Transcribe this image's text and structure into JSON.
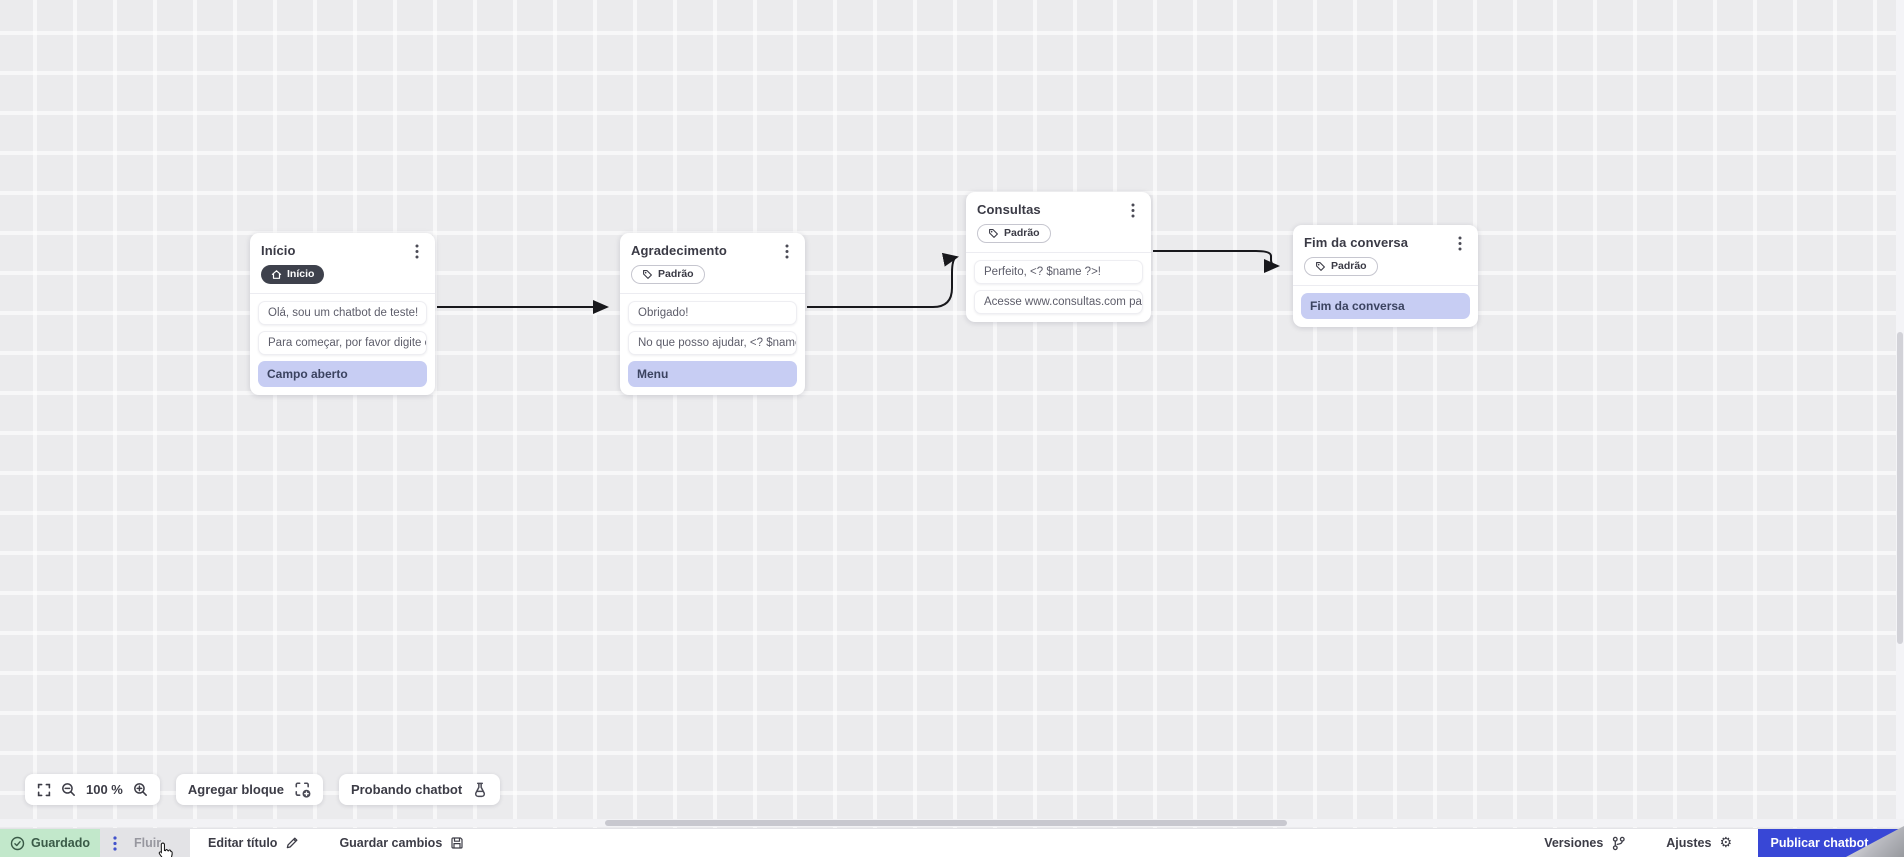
{
  "flow": {
    "nodes": [
      {
        "title": "Início",
        "badge": "Início",
        "messages": [
          "Olá, sou um chatbot de teste!",
          "Para começar, por favor digite o ..."
        ],
        "action": "Campo aberto"
      },
      {
        "title": "Agradecimento",
        "badge": "Padrão",
        "messages": [
          "Obrigado!",
          "No que posso ajudar, <? $name ..."
        ],
        "action": "Menu"
      },
      {
        "title": "Consultas",
        "badge": "Padrão",
        "messages": [
          "Perfeito, <? $name ?>!",
          "Acesse www.consultas.com par..."
        ]
      },
      {
        "title": "Fim da conversa",
        "badge": "Padrão",
        "action": "Fim da conversa"
      }
    ]
  },
  "zoom_controls": {
    "zoom_level": "100 %"
  },
  "canvas_actions": {
    "add_block_label": "Agregar bloque",
    "test_chatbot_label": "Probando chatbot"
  },
  "footer": {
    "save_status": "Guardado",
    "flow_tab_label": "Fluir",
    "edit_title_label": "Editar título",
    "save_changes_label": "Guardar cambios",
    "versions_label": "Versiones",
    "settings_label": "Ajustes",
    "publish_label": "Publicar chatbot"
  },
  "colors": {
    "accent_blue": "#3847d6",
    "saved_green_bg": "#c2e8cb",
    "highlight_purple": "#c7cdf3",
    "canvas_gray": "#ebebed"
  }
}
